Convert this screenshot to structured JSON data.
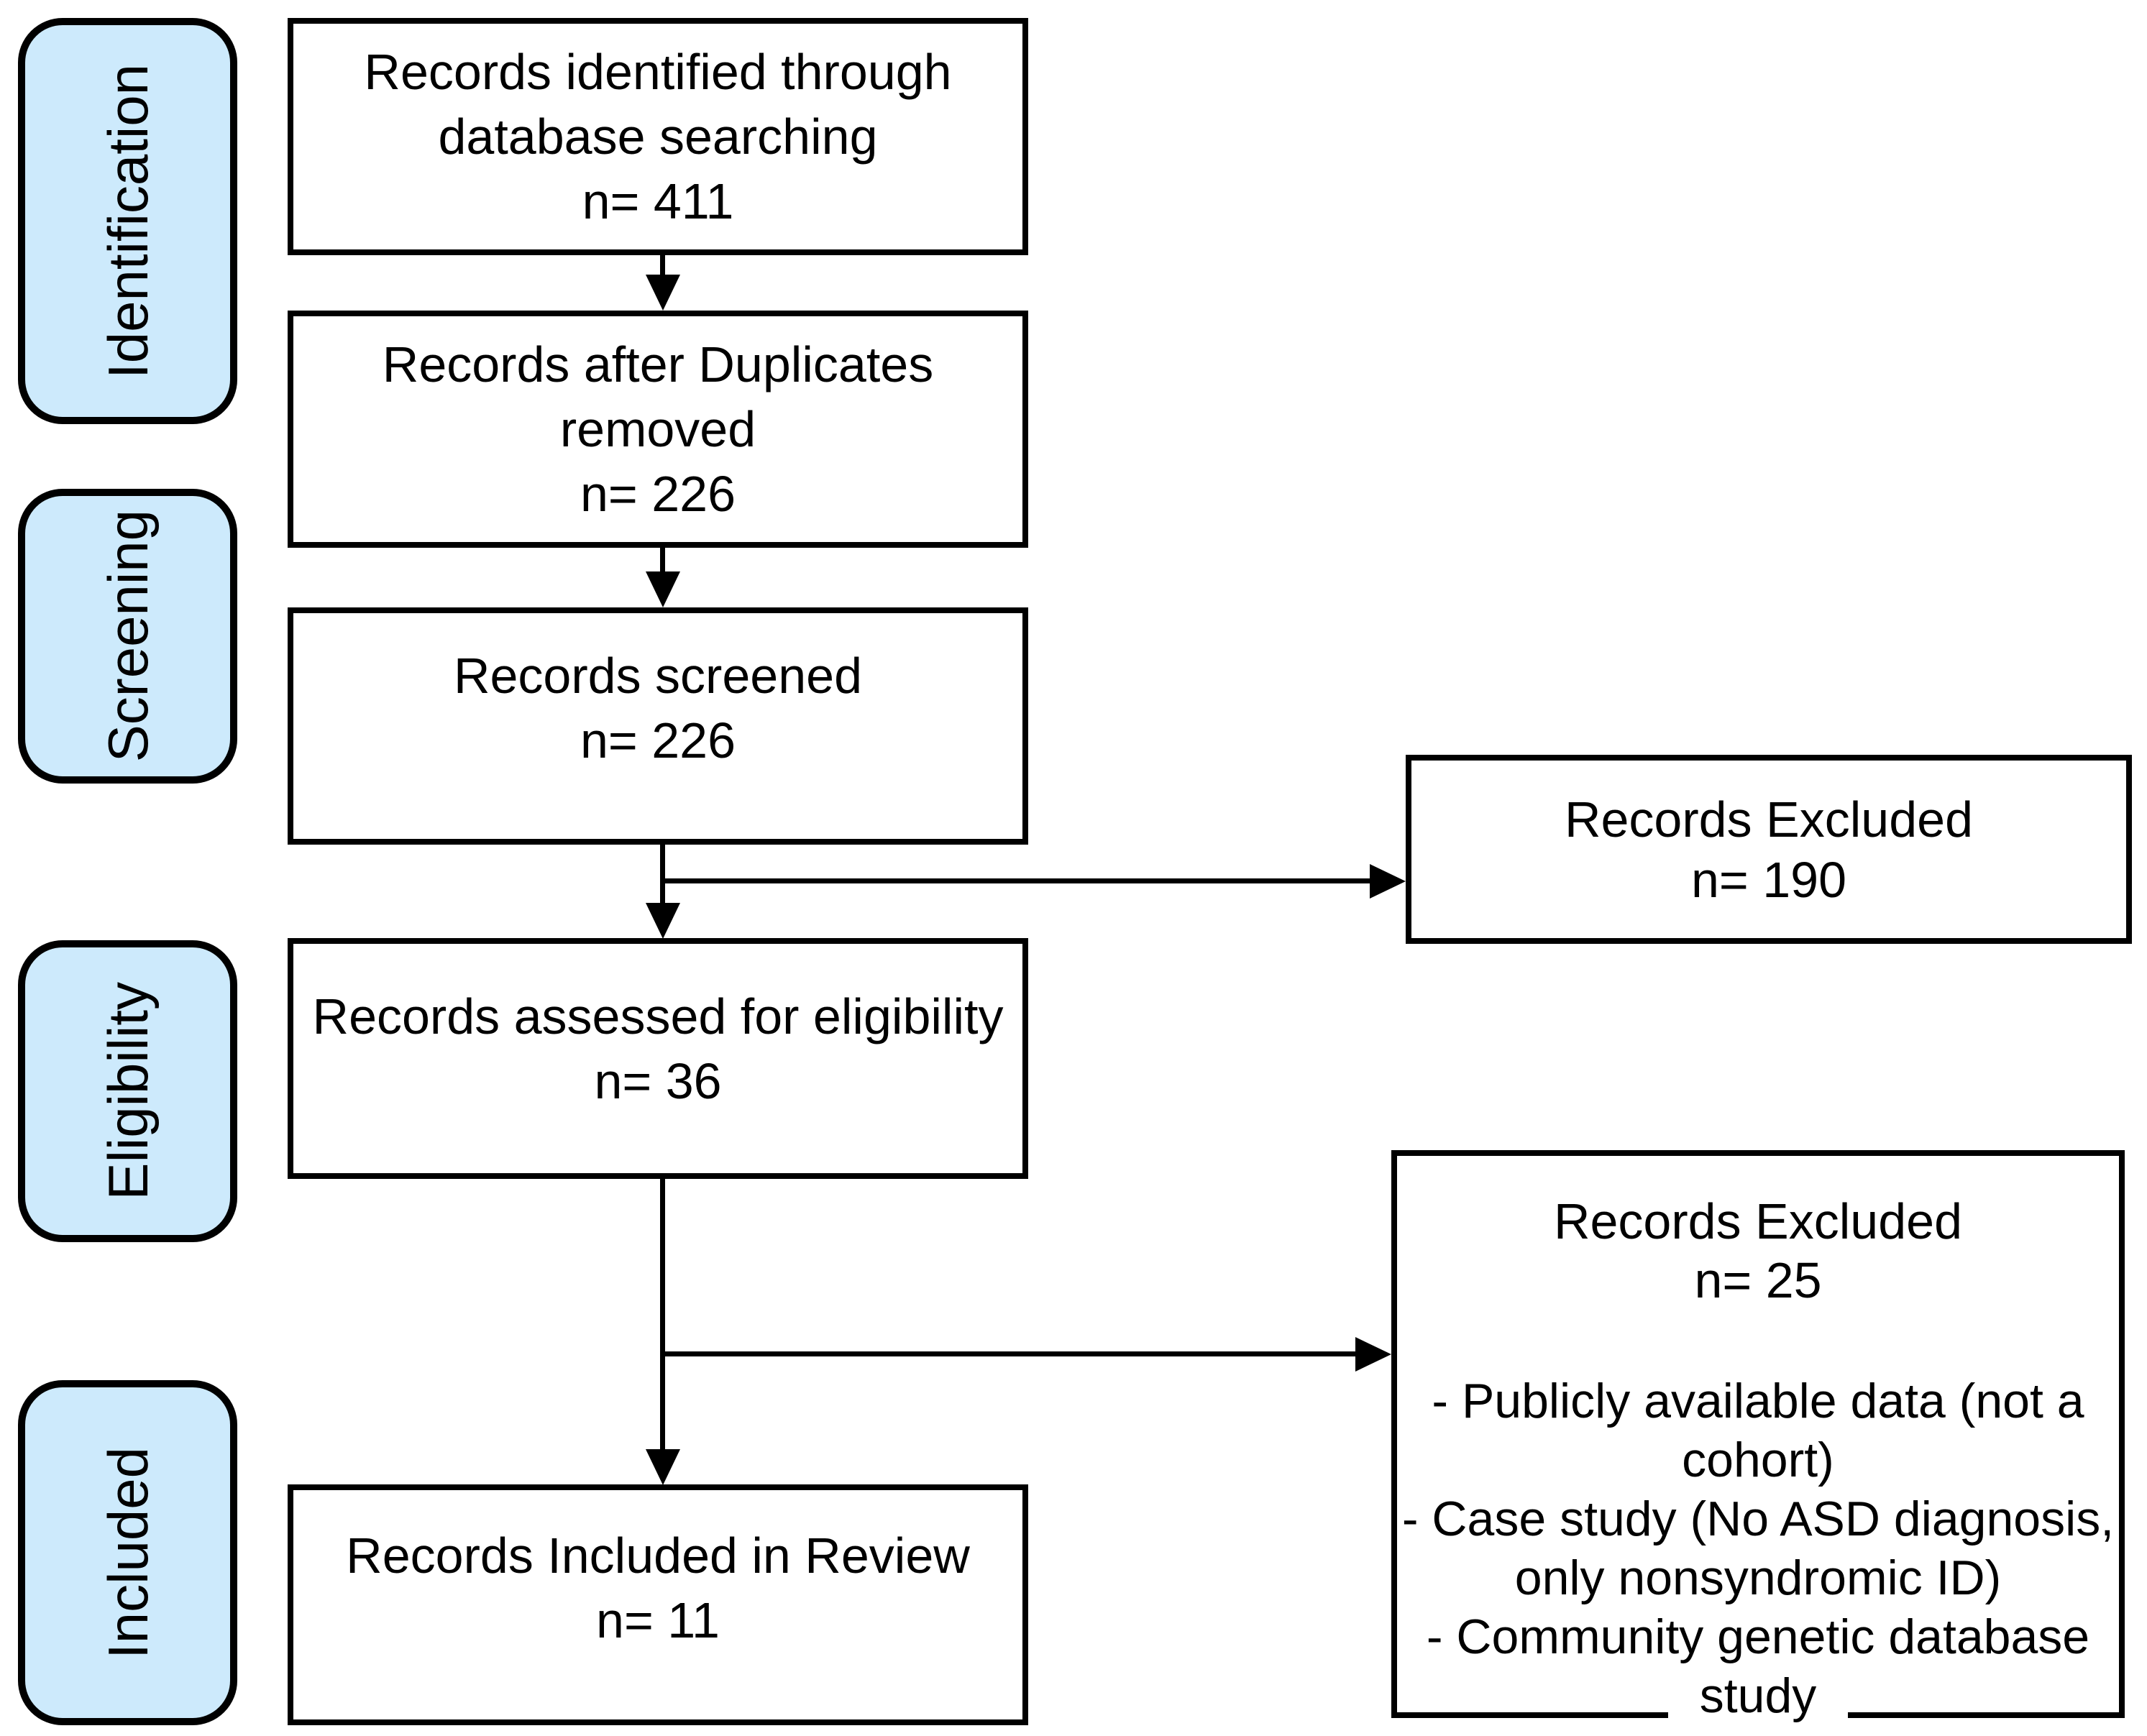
{
  "sidebar": {
    "items": [
      {
        "label": "Identification"
      },
      {
        "label": "Screening"
      },
      {
        "label": "Eligibility"
      },
      {
        "label": "Included"
      }
    ]
  },
  "flow": {
    "identified": {
      "line1": "Records identified through",
      "line2": "database searching",
      "count": "n= 411"
    },
    "deduplicated": {
      "line1": "Records after Duplicates",
      "line2": "removed",
      "count": "n= 226"
    },
    "screened": {
      "line1": "Records screened",
      "count": "n= 226"
    },
    "assessed": {
      "line1": "Records assessed for eligibility",
      "count": "n= 36"
    },
    "included": {
      "line1": "Records Included in Review",
      "count": "n= 11"
    }
  },
  "excluded": {
    "screening": {
      "title": "Records Excluded",
      "count": "n= 190"
    },
    "eligibility": {
      "title": "Records Excluded",
      "count": "n= 25",
      "reasons": [
        "- Publicly available data (not a cohort)",
        "- Case study (No ASD diagnosis, only nonsyndromic ID)",
        "- Community genetic database study"
      ]
    }
  },
  "colors": {
    "stage_fill": "#cdeafc",
    "line_color": "#000000",
    "box_fill": "#ffffff",
    "background": "#ffffff"
  }
}
